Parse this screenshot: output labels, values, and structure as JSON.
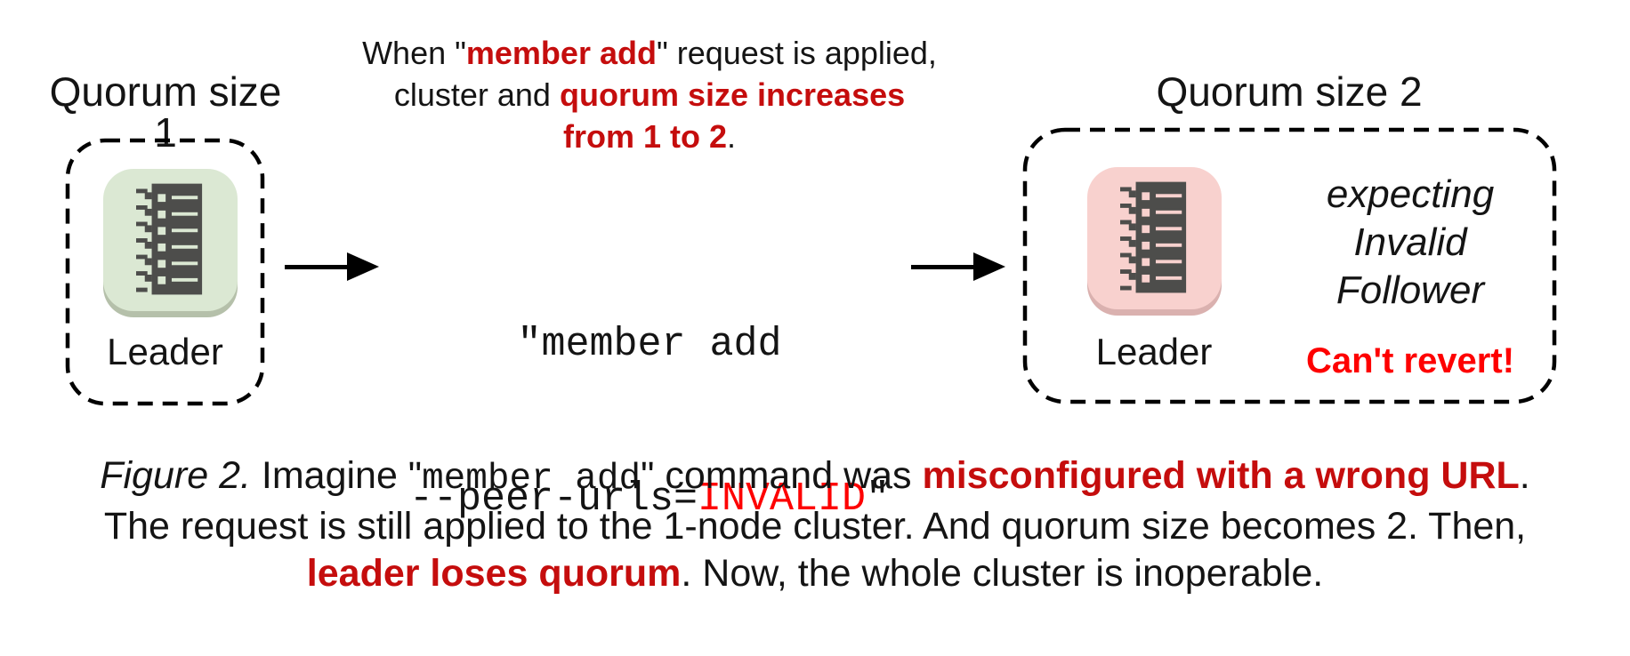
{
  "figure": {
    "left": {
      "title": "Quorum size 1",
      "node_label": "Leader"
    },
    "middle": {
      "note_line1_pre": "When \"",
      "note_line1_em": "member add",
      "note_line1_post": "\" request is applied,",
      "note_line2_pre": "cluster and ",
      "note_line2_em": "quorum size increases",
      "note_line3_em": "from 1 to 2",
      "note_line3_post": ".",
      "code_line1": "\"member add",
      "code_line2_pre": "--peer-urls=",
      "code_line2_invalid": "INVALID",
      "code_line2_post": "\""
    },
    "right": {
      "title": "Quorum size 2",
      "node_label": "Leader",
      "expecting_lines": [
        "expecting",
        "Invalid",
        "Follower"
      ],
      "warning": "Can't revert!"
    },
    "caption": {
      "fig_label": "Figure 2.",
      "l1_pre": " Imagine \"",
      "l1_code": "member add",
      "l1_mid": "\" command was ",
      "l1_em": "misconfigured with a wrong URL",
      "l1_post": ".",
      "l2": "The request is still applied to the 1-node cluster. And quorum size becomes 2. Then,",
      "l3_em": "leader loses quorum",
      "l3_post": ". Now, the whole cluster is inoperable."
    },
    "colors": {
      "emphasis_red": "#c50d0d",
      "alert_red": "#fe0000",
      "node_green": "#dbe8d3",
      "node_green_shadow": "#b5c0aa",
      "node_pink": "#f8d1ce",
      "node_pink_shadow": "#dab1af",
      "glyph_dark": "#4d4d4b"
    }
  }
}
